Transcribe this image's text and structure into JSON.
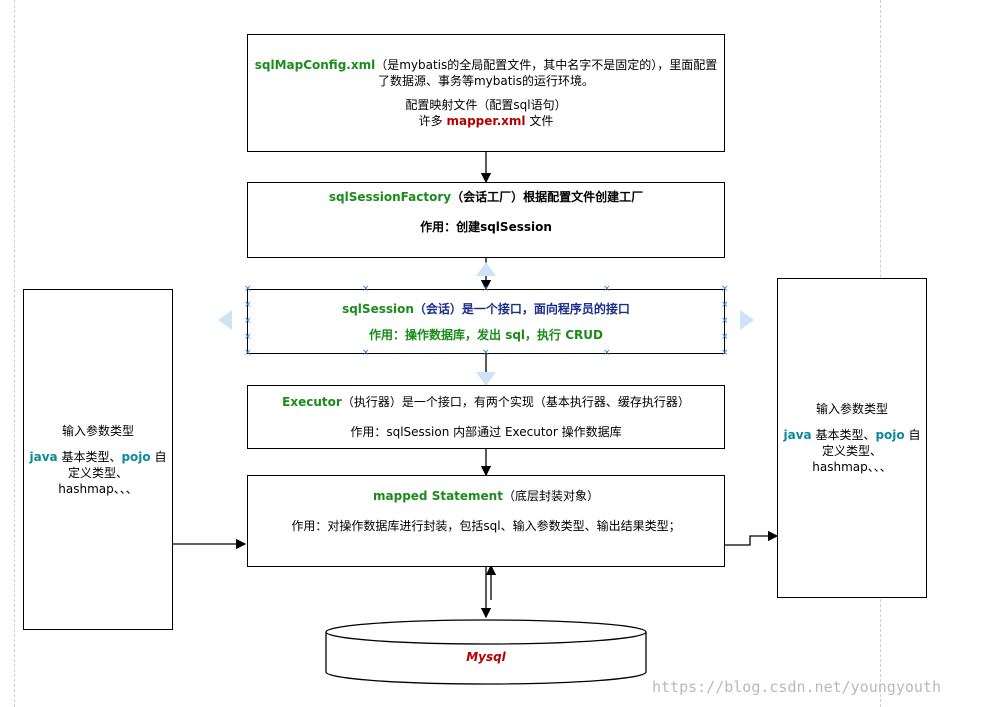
{
  "config_box": {
    "name": "sqlMapConfig.xml",
    "desc1": "（是mybatis的全局配置文件，其中名字不是固定的），里面配置",
    "desc2": "了数据源、事务等mybatis的运行环境。",
    "mapping": "配置映射文件（配置sql语句）",
    "many_prefix": "许多 ",
    "mapper": "mapper.xml",
    "many_suffix": " 文件"
  },
  "factory_box": {
    "name": "sqlSessionFactory",
    "desc": "（会话工厂）根据配置文件创建工厂",
    "role": "作用：创建sqlSession"
  },
  "session_box": {
    "name": "sqlSession",
    "desc": "（会话）是一个接口，面向程序员的接口",
    "role": "作用：操作数据库，发出 sql，执行 CRUD"
  },
  "executor_box": {
    "name": "Executor",
    "desc": "（执行器）是一个接口，有两个实现（基本执行器、缓存执行器）",
    "role": "作用：sqlSession 内部通过 Executor 操作数据库"
  },
  "statement_box": {
    "name": "mapped Statement",
    "desc": "（底层封装对象）",
    "role": "作用：对操作数据库进行封装，包括sql、输入参数类型、输出结果类型；"
  },
  "database": {
    "label": "Mysql"
  },
  "input_box": {
    "title": "输入参数类型",
    "java": "java",
    "mid": " 基本类型、",
    "pojo": "pojo",
    "after_pojo": " 自",
    "line2": "定义类型、",
    "line3": "hashmap、、、"
  },
  "output_box": {
    "title": "输入参数类型",
    "java": "java",
    "mid": " 基本类型、",
    "pojo": "pojo",
    "after_pojo": " 自",
    "line2": "定义类型、",
    "line3": "hashmap、、、"
  },
  "watermark": "https://blog.csdn.net/youngyouth",
  "colors": {
    "green": "#1a8c1a",
    "teal": "#0a8a9a",
    "navy": "#1b2f8a",
    "red": "#b80000",
    "selection": "#2a7de1"
  }
}
